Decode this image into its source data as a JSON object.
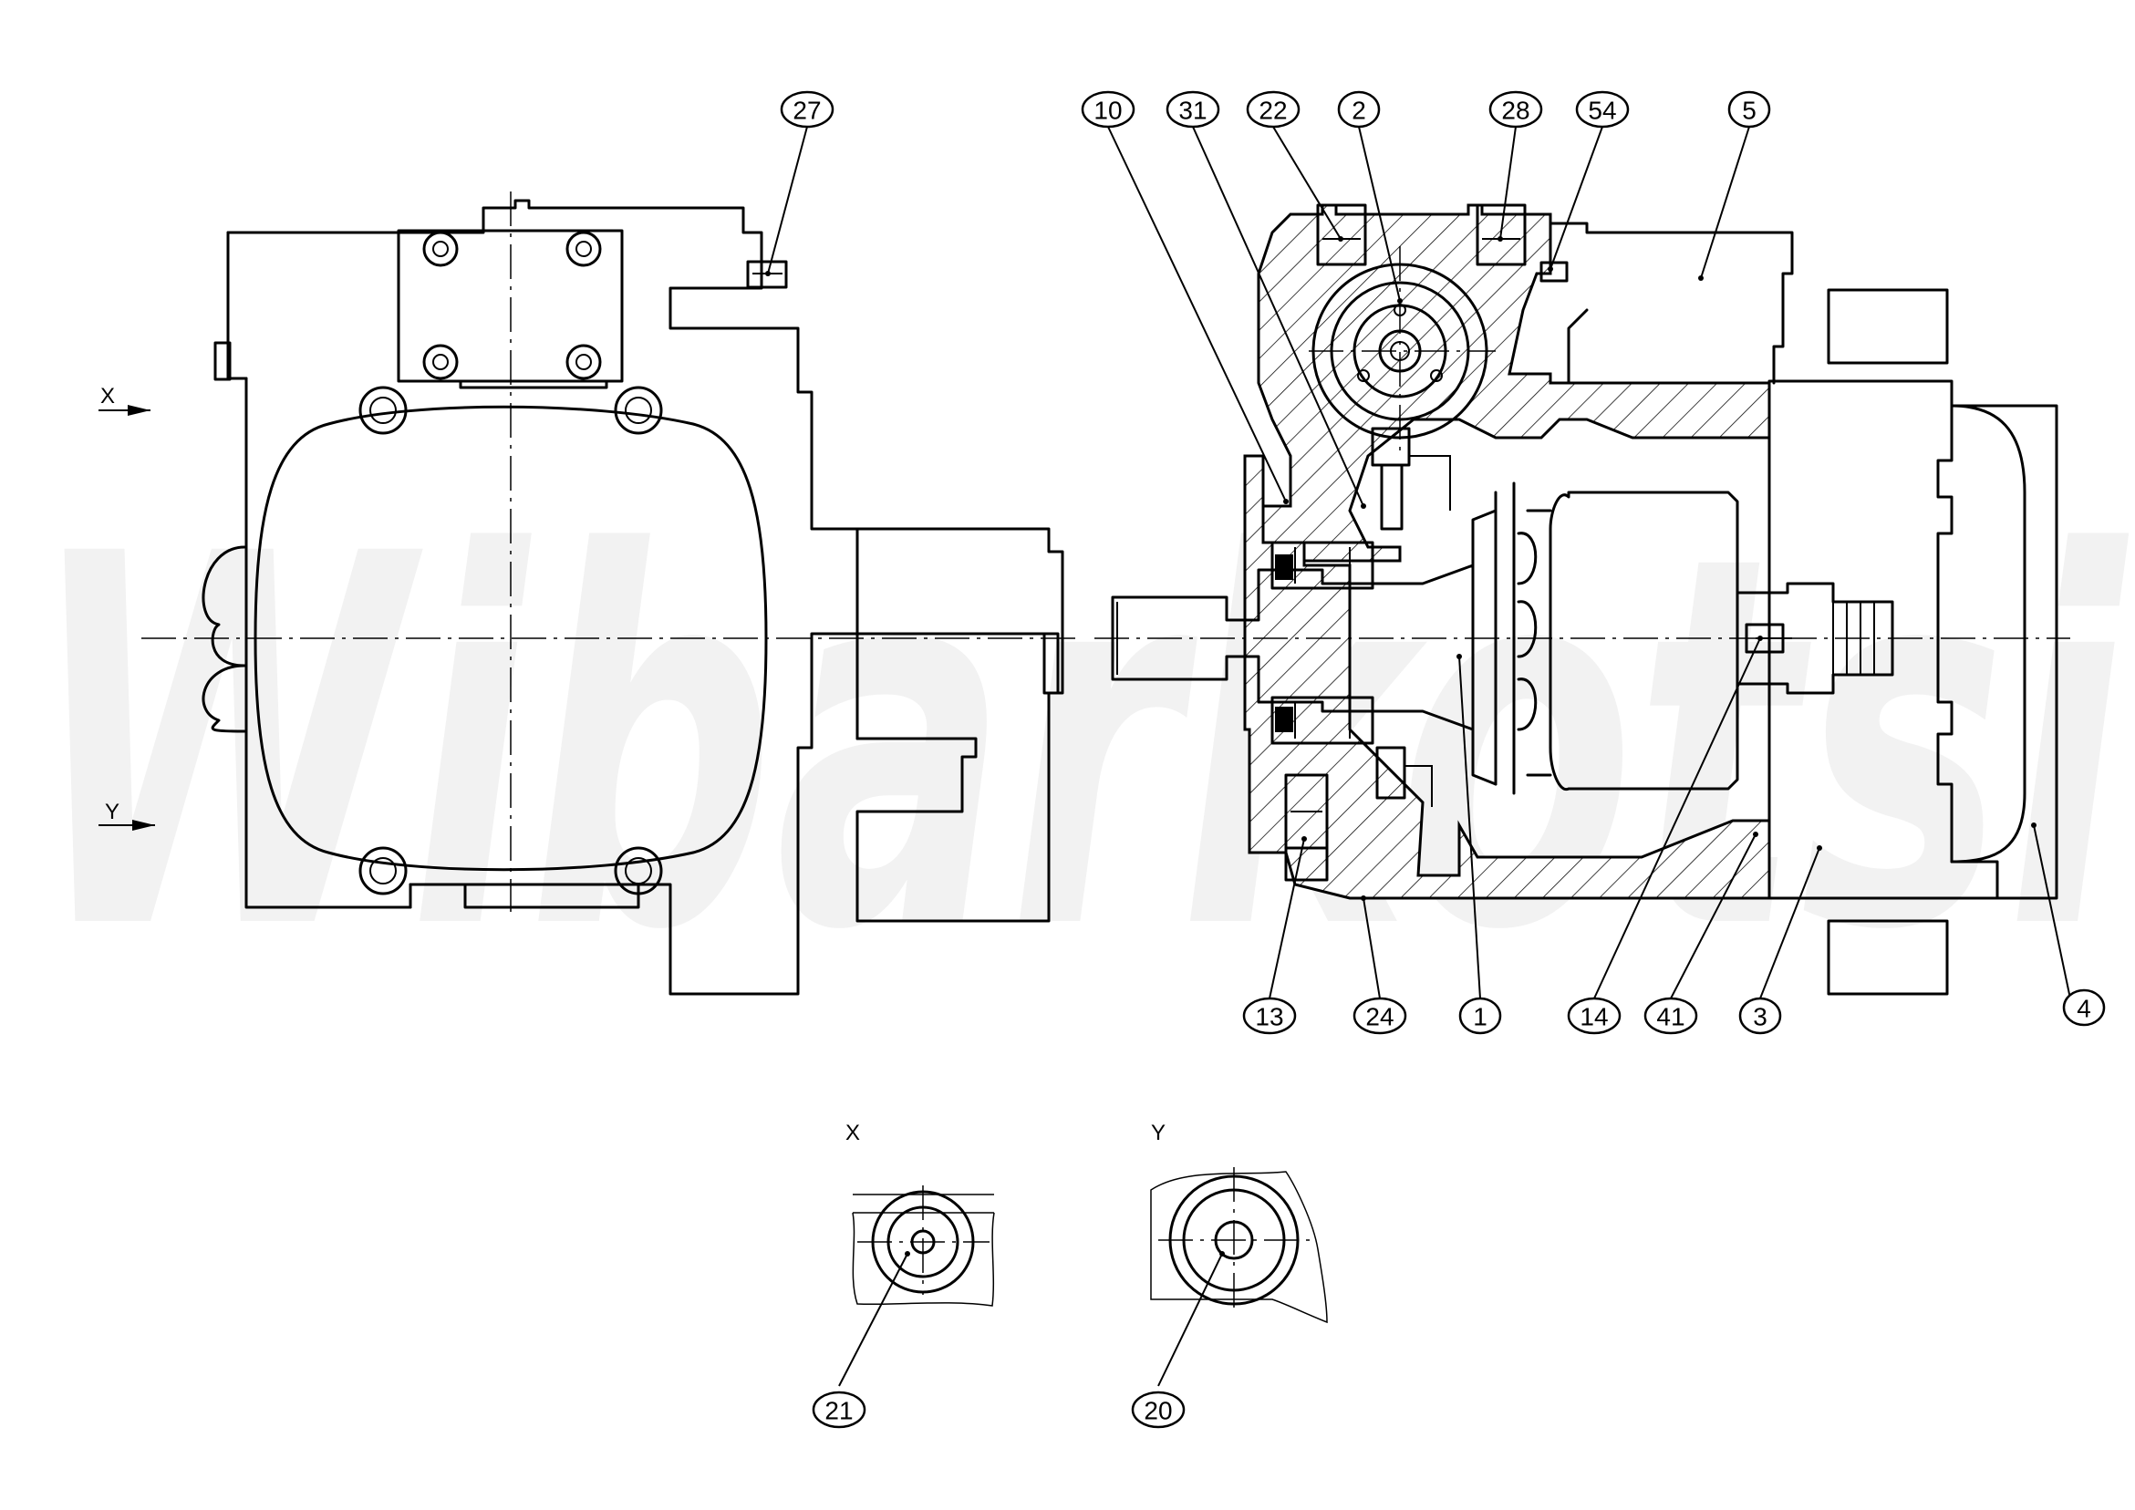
{
  "watermark": {
    "text": "Wibarkotsi"
  },
  "view_labels": {
    "x_arrow_label": "X",
    "y_arrow_label": "Y",
    "detail_x_title": "X",
    "detail_y_title": "Y"
  },
  "balloons": {
    "b27": "27",
    "b10": "10",
    "b31": "31",
    "b22": "22",
    "b2": "2",
    "b28": "28",
    "b54": "54",
    "b5": "5",
    "b13": "13",
    "b24": "24",
    "b1": "1",
    "b14": "14",
    "b41": "41",
    "b3": "3",
    "b4": "4",
    "b21": "21",
    "b20": "20"
  },
  "colors": {
    "line": "#000000",
    "background": "#ffffff",
    "watermark": "#f1f1f1"
  }
}
